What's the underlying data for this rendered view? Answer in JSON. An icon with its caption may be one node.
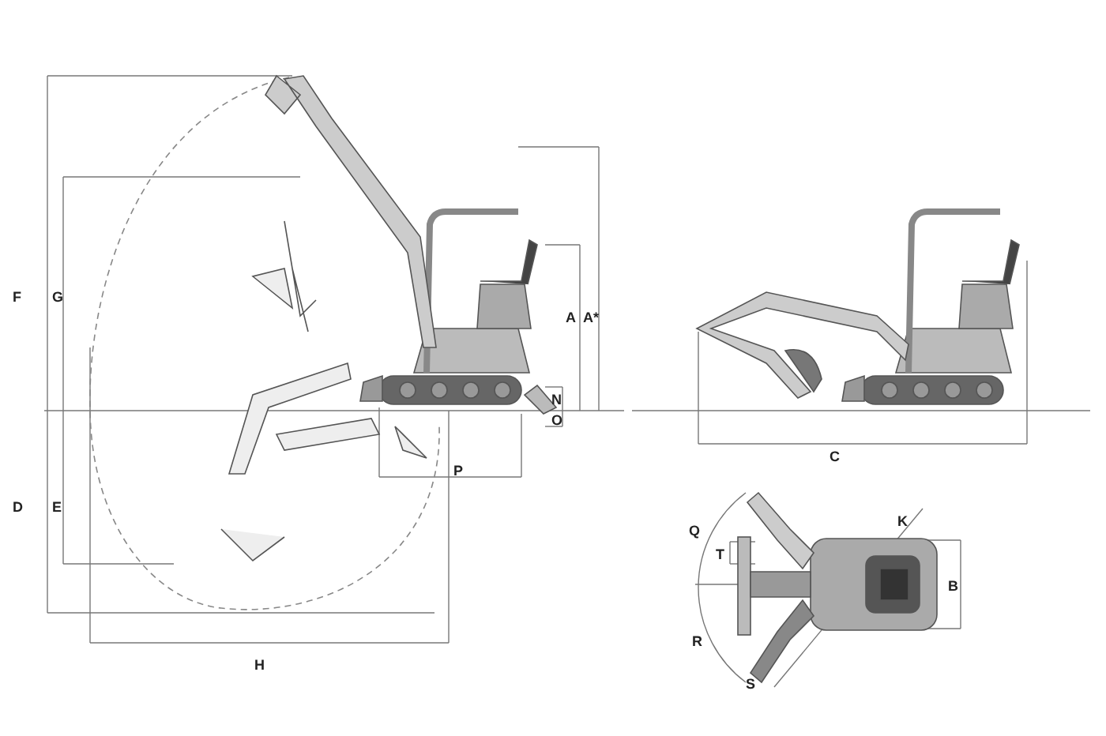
{
  "diagram": {
    "labels": [
      "F",
      "G",
      "A",
      "A*",
      "N",
      "O",
      "C",
      "P",
      "D",
      "E",
      "K",
      "Q",
      "T",
      "B",
      "R",
      "H",
      "S"
    ]
  }
}
